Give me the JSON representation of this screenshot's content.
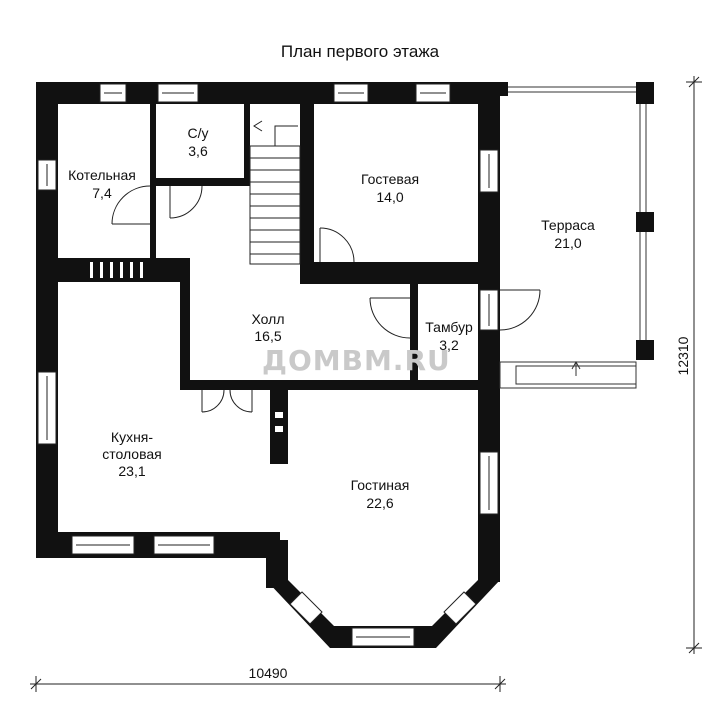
{
  "title": "План первого этажа",
  "watermark": "ДОМВМ.RU",
  "dimensions": {
    "width": "10490",
    "height": "12310"
  },
  "rooms": {
    "boiler": {
      "name": "Котельная",
      "area": "7,4"
    },
    "wc": {
      "name": "С/у",
      "area": "3,6"
    },
    "guest": {
      "name": "Гостевая",
      "area": "14,0"
    },
    "terrace": {
      "name": "Терраса",
      "area": "21,0"
    },
    "hall": {
      "name": "Холл",
      "area": "16,5"
    },
    "vestibule": {
      "name": "Тамбур",
      "area": "3,2"
    },
    "kitchen": {
      "name_line1": "Кухня-",
      "name_line2": "столовая",
      "area": "23,1"
    },
    "living": {
      "name": "Гостиная",
      "area": "22,6"
    }
  },
  "colors": {
    "wall": "#111111",
    "line": "#222222",
    "watermark": "#c9c9c9"
  }
}
